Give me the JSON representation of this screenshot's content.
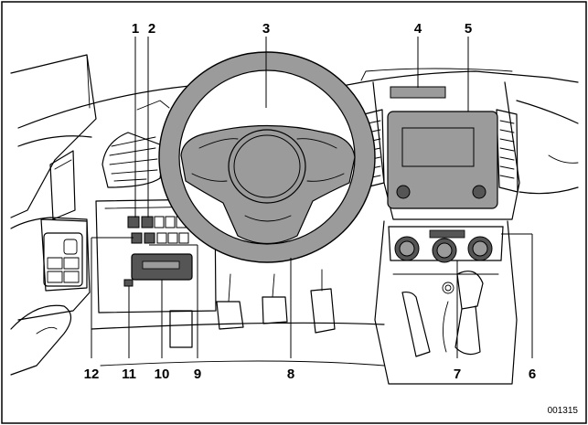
{
  "figure_id": "001315",
  "callouts": [
    {
      "n": "1",
      "part": "switch-a"
    },
    {
      "n": "2",
      "part": "switch-b"
    },
    {
      "n": "3",
      "part": "steering-wheel-rim"
    },
    {
      "n": "4",
      "part": "multi-function-display"
    },
    {
      "n": "5",
      "part": "center-infotainment-display"
    },
    {
      "n": "6",
      "part": "climate-control-panel"
    },
    {
      "n": "7",
      "part": "climate-control-dials"
    },
    {
      "n": "8",
      "part": "steering-wheel-hub"
    },
    {
      "n": "9",
      "part": "switch-c"
    },
    {
      "n": "10",
      "part": "lower-panel"
    },
    {
      "n": "11",
      "part": "small-switch"
    },
    {
      "n": "12",
      "part": "switch-d"
    }
  ],
  "colors": {
    "gray_fill": "#9b9b9b",
    "dark_fill": "#555555",
    "line": "#000000",
    "background": "#ffffff"
  }
}
